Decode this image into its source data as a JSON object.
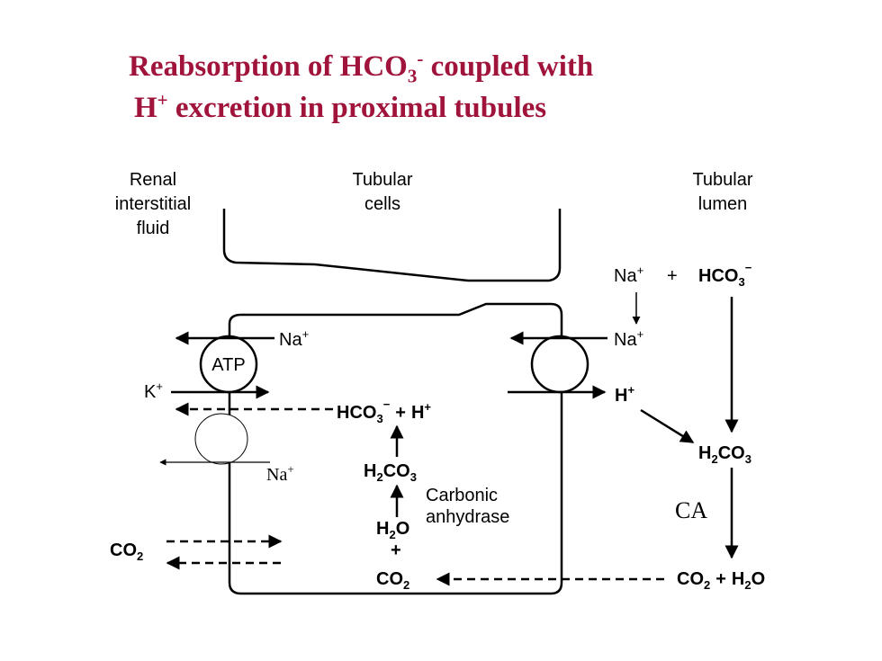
{
  "title": {
    "line1_pre": "Reabsorption of HCO",
    "line1_sub": "3",
    "line1_sup": "-",
    "line1_post": " coupled with",
    "line2_pre": "H",
    "line2_sup": "+",
    "line2_post": " excretion in proximal tubules"
  },
  "colors": {
    "title": "#a0143c",
    "ink": "#000000"
  },
  "headers": {
    "interstitial": [
      "Renal",
      "interstitial",
      "fluid"
    ],
    "cells": [
      "Tubular",
      "cells"
    ],
    "lumen": [
      "Tubular",
      "lumen"
    ]
  },
  "labels": {
    "na": "Na",
    "k": "K",
    "plus": "+",
    "atp": "ATP",
    "hco": "HCO",
    "h": "H",
    "h2co3_h": "H",
    "h2co3_co": "CO",
    "sub2": "2",
    "sub3": "3",
    "minus": "−",
    "carbonic": "Carbonic",
    "anhydrase": "anhydrase",
    "h2o_h": "H",
    "h2o_o": "O",
    "co": "CO",
    "ca": "CA",
    "plus_sign": "+"
  }
}
